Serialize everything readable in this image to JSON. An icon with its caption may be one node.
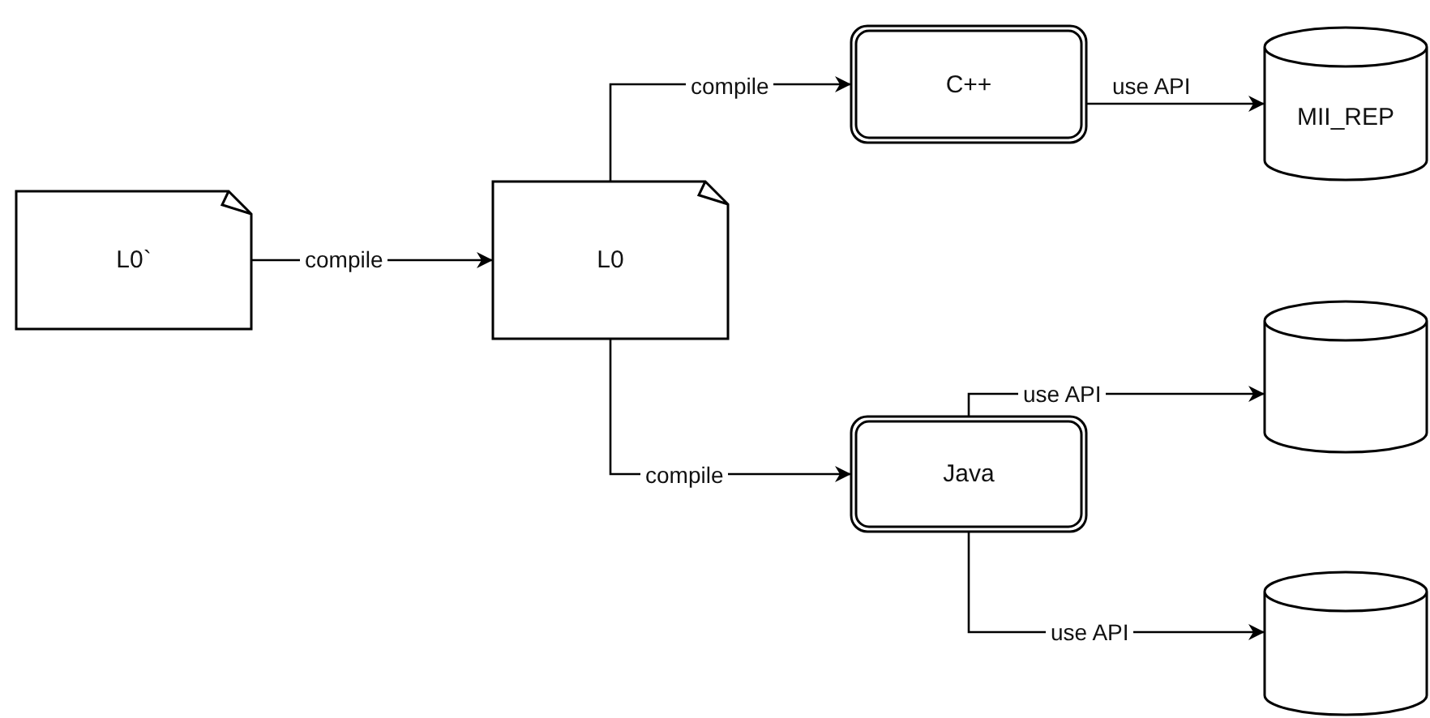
{
  "diagram": {
    "nodes": [
      {
        "text": [
          "L0`"
        ]
      },
      {
        "text": [
          "L0"
        ]
      },
      {
        "text": [
          "C++"
        ]
      },
      {
        "text": [
          "Java"
        ]
      },
      {
        "text": [
          "MII_REP"
        ]
      },
      {
        "text": [],
        "shape": "cylinder"
      },
      {
        "text": [],
        "shape": "cylinder"
      }
    ],
    "edges": [
      {
        "from": 0,
        "to": 1,
        "arrow": "to",
        "label": "compile"
      },
      {
        "from": 1,
        "to": 2,
        "arrow": "to",
        "label": "compile"
      },
      {
        "from": 1,
        "to": 3,
        "arrow": "to",
        "label": "compile"
      },
      {
        "from": 2,
        "to": 4,
        "arrow": "to",
        "label": "use API"
      },
      {
        "from": 3,
        "to": 5,
        "arrow": "to",
        "label": "use API"
      },
      {
        "from": 3,
        "to": 6,
        "arrow": "to",
        "label": "use API"
      }
    ]
  }
}
